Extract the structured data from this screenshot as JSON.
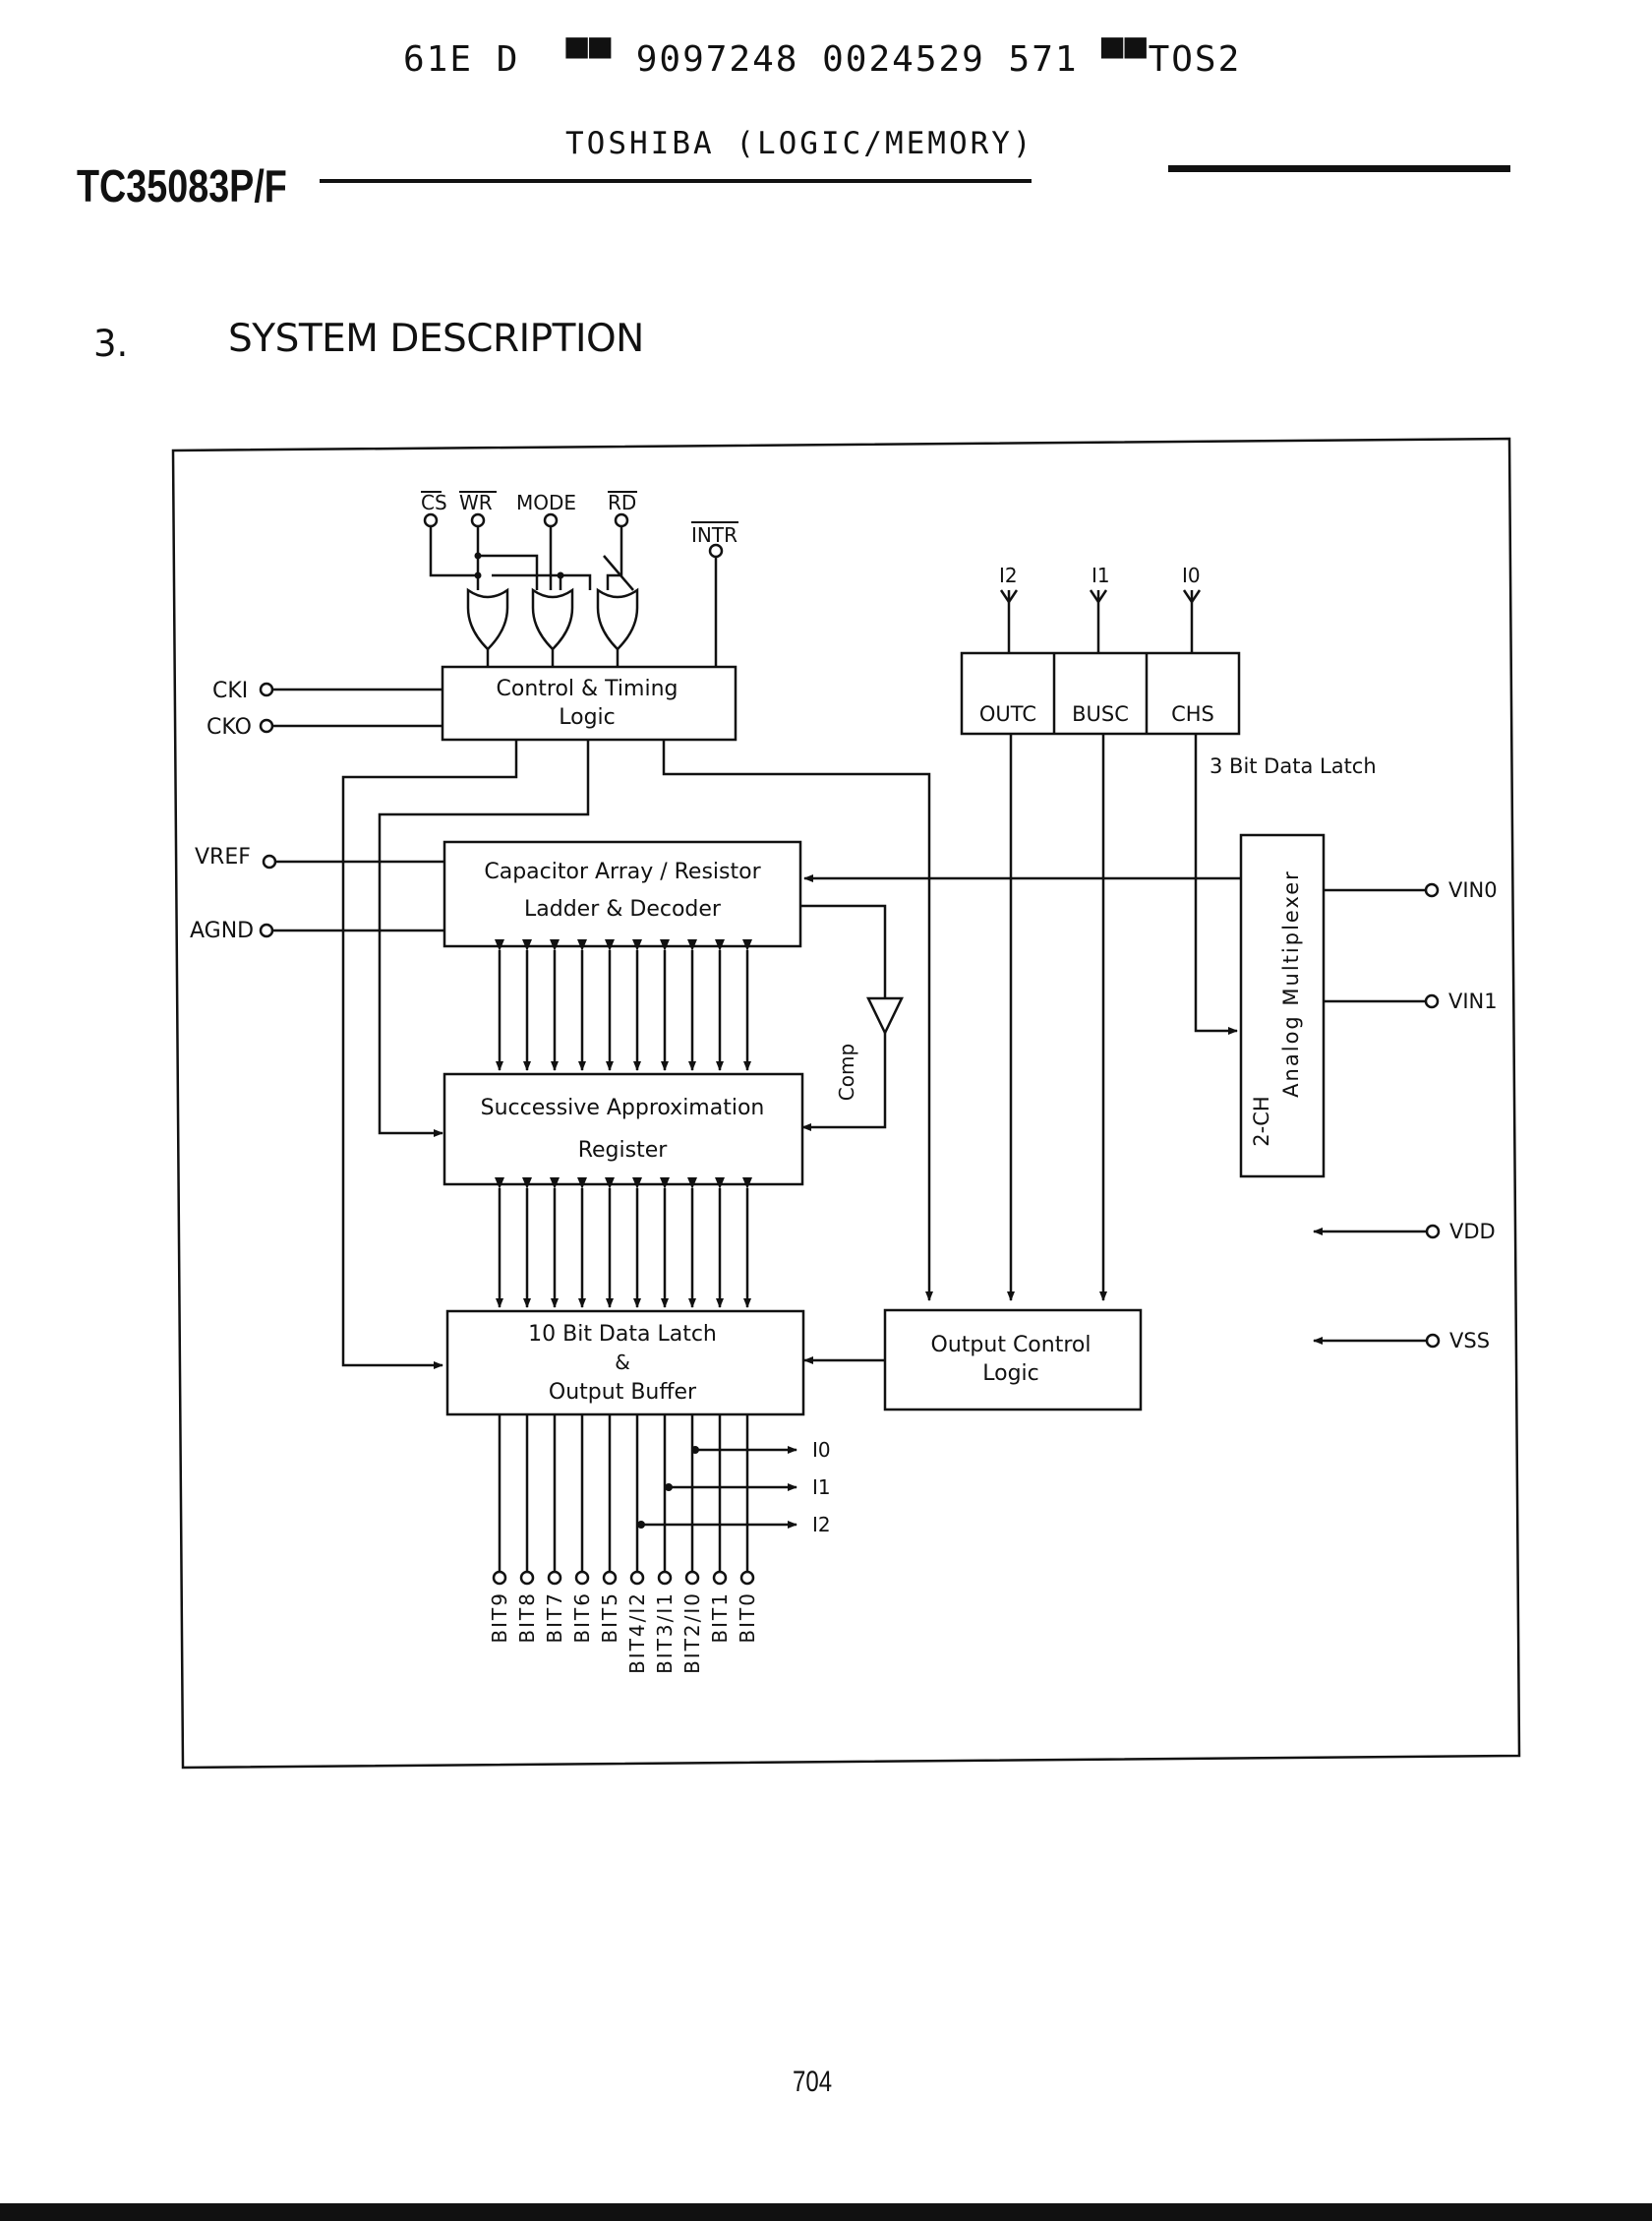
{
  "header": {
    "code_line": "61E D  ▀▀ 9097248 0024529 571 ▀▀TOS2",
    "subtitle": "TOSHIBA (LOGIC/MEMORY)",
    "part_number": "TC35083P/F"
  },
  "section": {
    "number": "3.",
    "title": "SYSTEM DESCRIPTION"
  },
  "diagram": {
    "pins_top": {
      "cs": "CS",
      "wr": "WR",
      "mode": "MODE",
      "rd": "RD",
      "intr": "INTR"
    },
    "pins_left": {
      "cki": "CKI",
      "cko": "CKO",
      "vref": "VREF",
      "agnd": "AGND"
    },
    "pins_right": {
      "vin0": "VIN0",
      "vin1": "VIN1",
      "vdd": "VDD",
      "vss": "VSS"
    },
    "pins_latch": {
      "i2": "I2",
      "i1": "I1",
      "i0": "I0"
    },
    "blocks": {
      "control_line1": "Control & Timing",
      "control_line2": "Logic",
      "capacitor_line1": "Capacitor Array / Resistor",
      "capacitor_line2": "Ladder & Decoder",
      "sar_line1": "Successive Approximation",
      "sar_line2": "Register",
      "latch_line1": "10 Bit Data Latch",
      "latch_line2": "&",
      "latch_line3": "Output Buffer",
      "outctl_line1": "Output Control",
      "outctl_line2": "Logic",
      "mux_line1": "2-CH",
      "mux_line2": "Analog Multiplexer",
      "outc": "OUTC",
      "busc": "BUSC",
      "chs": "CHS",
      "three_bit_latch": "3 Bit Data Latch",
      "comp": "Comp"
    },
    "outputs_right": {
      "i0": "I0",
      "i1": "I1",
      "i2": "I2"
    },
    "bits": [
      "BIT9",
      "BIT8",
      "BIT7",
      "BIT6",
      "BIT5",
      "BIT4/I2",
      "BIT3/I1",
      "BIT2/I0",
      "BIT1",
      "BIT0"
    ]
  },
  "page_number": "704"
}
